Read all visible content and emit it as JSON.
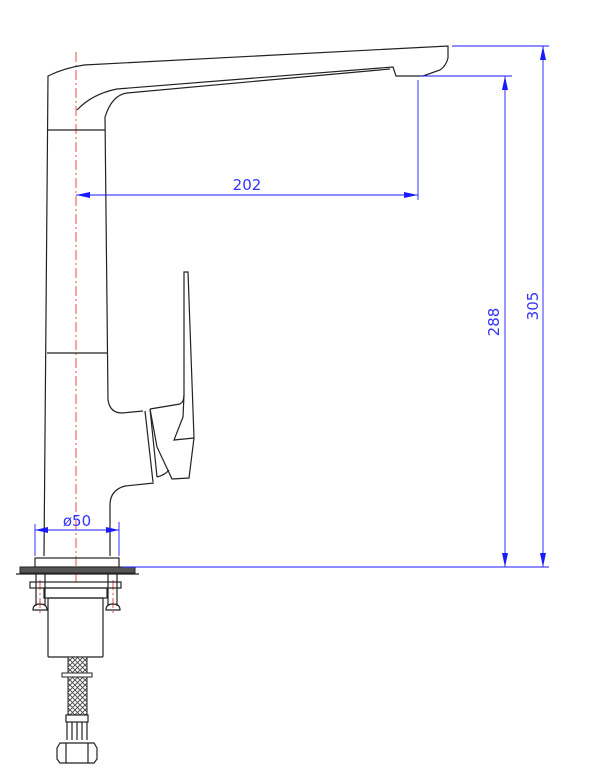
{
  "drawing": {
    "dimensions": {
      "spout_reach": "202",
      "outlet_height": "288",
      "total_height": "305",
      "base_diameter": "ø50"
    },
    "colors": {
      "outline": "#222222",
      "dimension": "#1a1aff",
      "centerline": "#e53935"
    }
  }
}
